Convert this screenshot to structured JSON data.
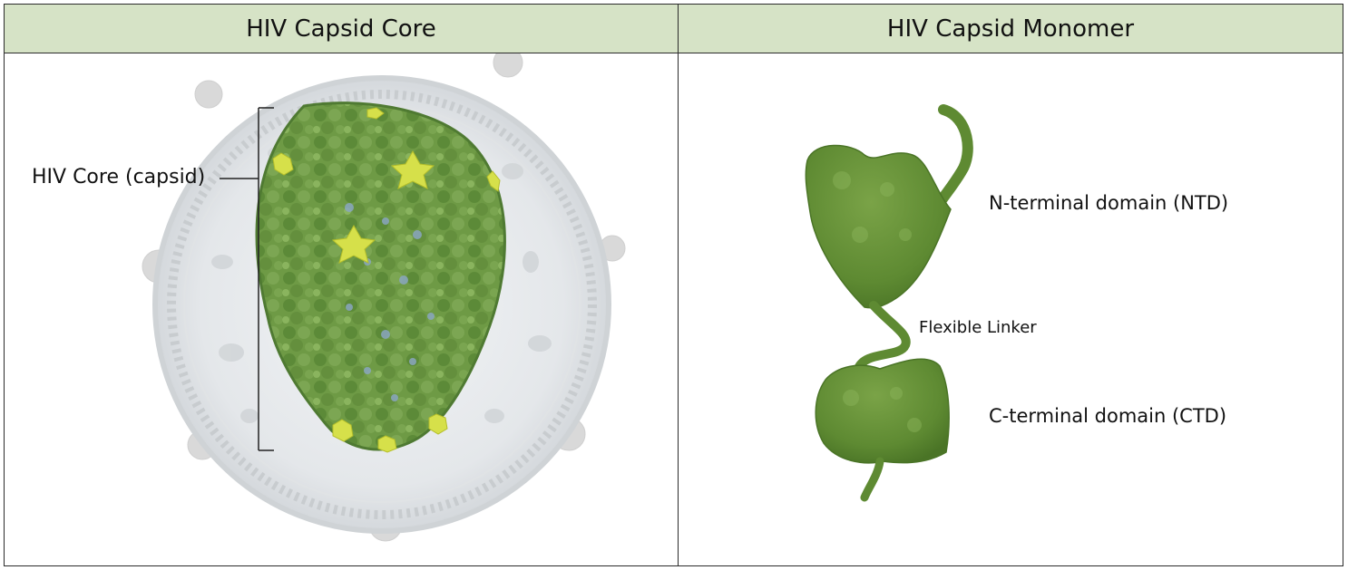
{
  "panels": {
    "left": {
      "title": "HIV Capsid Core",
      "core_label": "HIV Core (capsid)"
    },
    "right": {
      "title": "HIV Capsid Monomer",
      "ntd_label": "N-terminal domain (NTD)",
      "linker_label": "Flexible Linker",
      "ctd_label": "C-terminal domain (CTD)"
    }
  },
  "colors": {
    "header_bg": "#d6e3c6",
    "capsid_green": "#6f9a47",
    "capsid_dark": "#4f7a32",
    "pentamer_yellow": "#d6e04a",
    "lattice_blue": "#8aa6c0",
    "monomer_green": "#5e8a32",
    "virion_gray": "#dcdcdc"
  }
}
